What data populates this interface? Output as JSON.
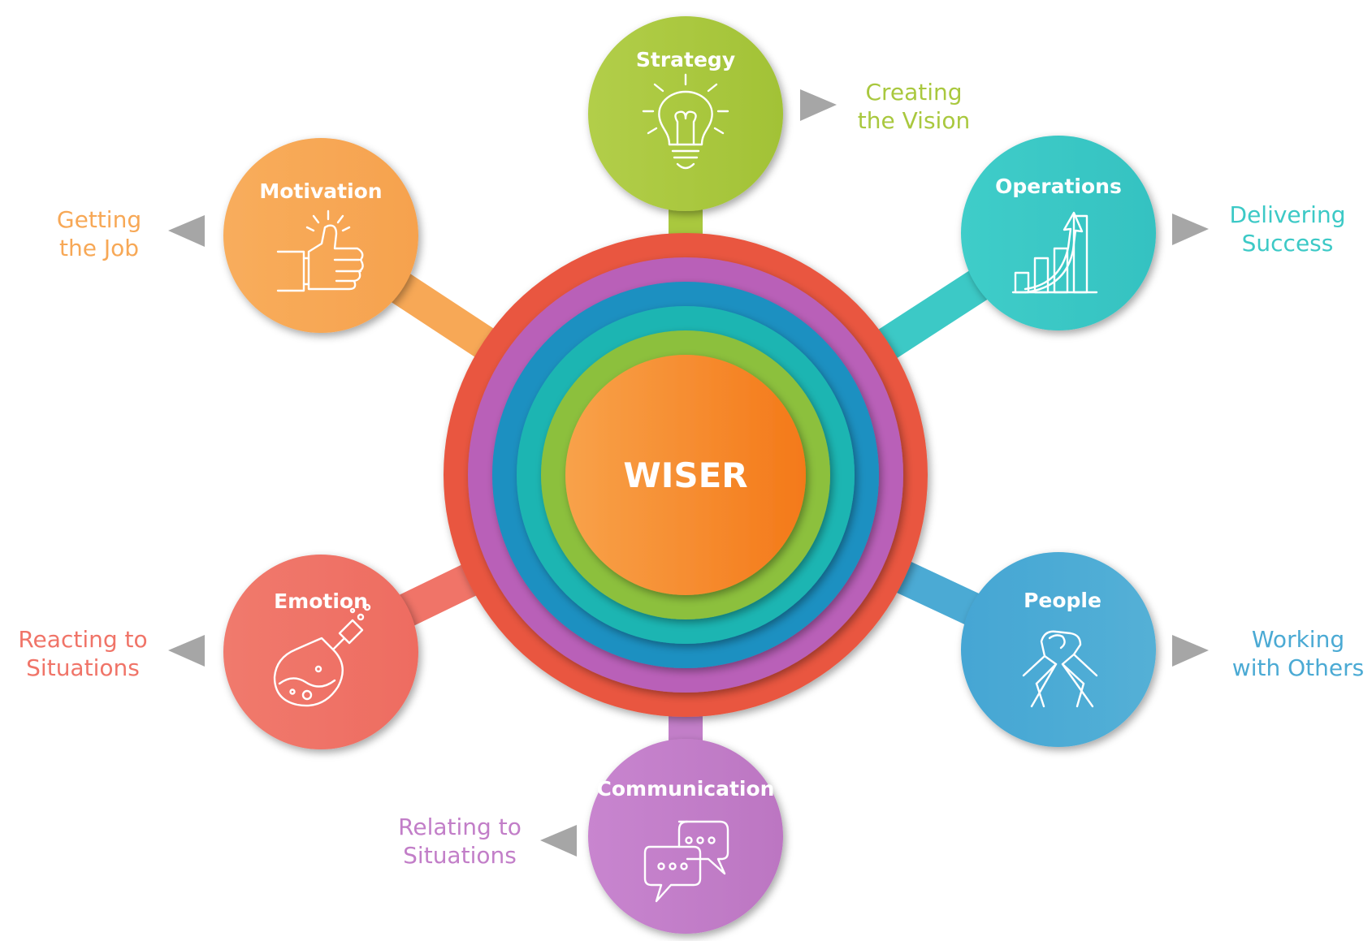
{
  "center": {
    "label": "WISER",
    "color": "#F47C1C"
  },
  "rings": [
    "#E9573F",
    "#B960B8",
    "#1C90C1",
    "#1FB5B2",
    "#8CC03C"
  ],
  "nodes": [
    {
      "id": "strategy",
      "title": "Strategy",
      "desc_line1": "Creating",
      "desc_line2": "the Vision",
      "color": "#A9C83E",
      "icon": "lightbulb-icon"
    },
    {
      "id": "operations",
      "title": "Operations",
      "desc_line1": "Delivering",
      "desc_line2": "Success",
      "color": "#3CC9C6",
      "icon": "growth-chart-icon"
    },
    {
      "id": "people",
      "title": "People",
      "desc_line1": "Working",
      "desc_line2": "with Others",
      "color": "#4BAAD4",
      "icon": "handshake-icon"
    },
    {
      "id": "communication",
      "title": "Communication",
      "desc_line1": "Relating to",
      "desc_line2": "Situations",
      "color": "#C27EC8",
      "icon": "chat-bubbles-icon"
    },
    {
      "id": "emotion",
      "title": "Emotion",
      "desc_line1": "Reacting to",
      "desc_line2": "Situations",
      "color": "#F07468",
      "icon": "flask-icon"
    },
    {
      "id": "motivation",
      "title": "Motivation",
      "desc_line1": "Getting",
      "desc_line2": "the Job",
      "color": "#F7A856",
      "icon": "thumbs-up-icon"
    }
  ]
}
